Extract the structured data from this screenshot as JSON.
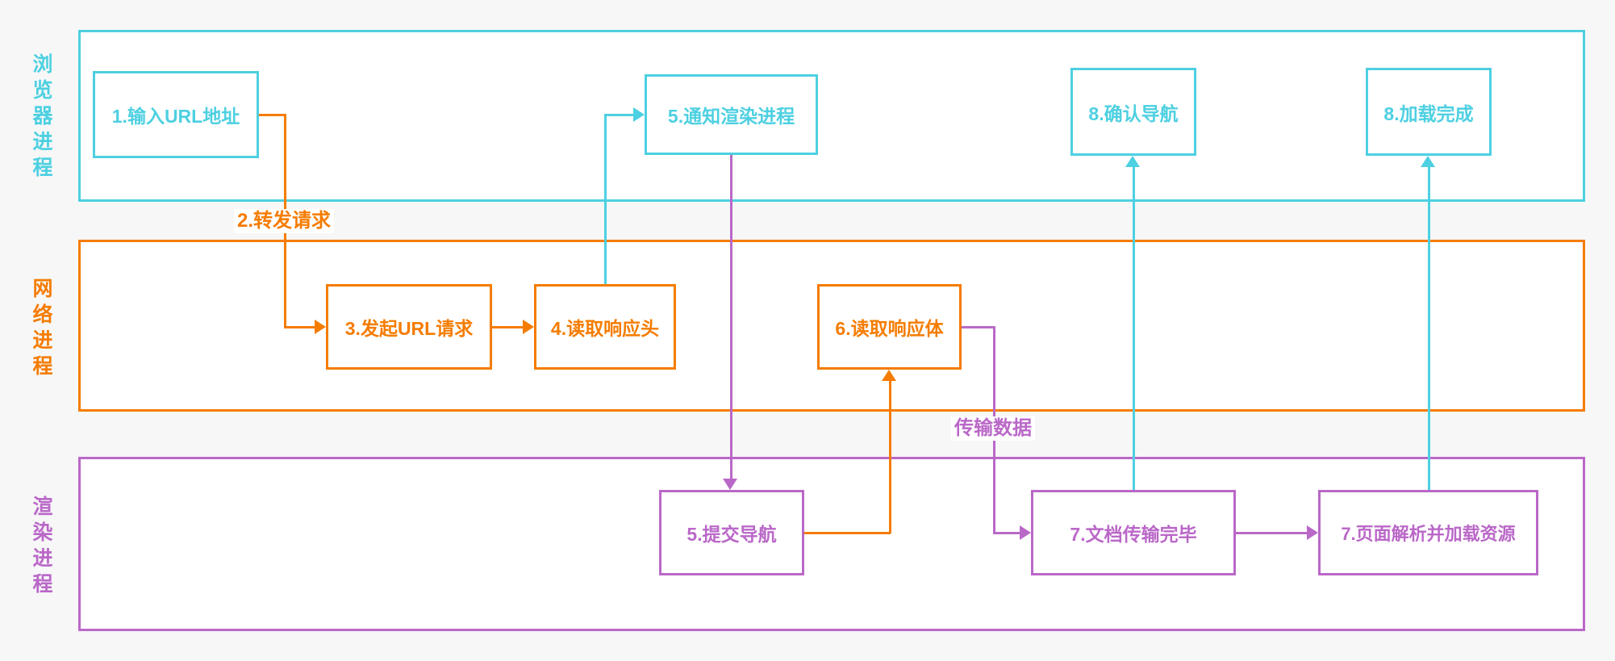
{
  "lanes": {
    "browser": {
      "label": "浏览器进程"
    },
    "network": {
      "label": "网络进程"
    },
    "render": {
      "label": "渲染进程"
    }
  },
  "nodes": {
    "input_url": {
      "label": "1.输入URL地址"
    },
    "notify_render": {
      "label": "5.通知渲染进程"
    },
    "confirm_nav": {
      "label": "8.确认导航"
    },
    "load_complete": {
      "label": "8.加载完成"
    },
    "start_url_request": {
      "label": "3.发起URL请求"
    },
    "read_response_header": {
      "label": "4.读取响应头"
    },
    "read_response_body": {
      "label": "6.读取响应体"
    },
    "commit_nav": {
      "label": "5.提交导航"
    },
    "doc_transfer_done": {
      "label": "7.文档传输完毕"
    },
    "parse_and_load": {
      "label": "7.页面解析并加载资源"
    }
  },
  "edge_labels": {
    "forward_request": "2.转发请求",
    "transfer_data": "传输数据"
  },
  "colors": {
    "browser-color": "#4DD0E1",
    "network-color": "#F57C00",
    "render-color": "#BA68C8",
    "canvas-bg": "#F7F7F8",
    "node-bg": "#FFFFFF"
  }
}
